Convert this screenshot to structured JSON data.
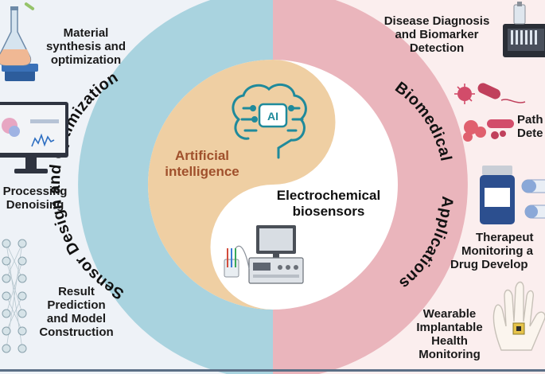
{
  "colors": {
    "left_background": "#eef2f7",
    "right_background": "#fbeeee",
    "left_ring": "#a9d3df",
    "right_ring": "#eab5bc",
    "ai_half": "#efcfa3",
    "ai_text": "#a0502c",
    "ai_icon": "#1f8a9b"
  },
  "ring": {
    "left_title": "Sensor Design and Optimization",
    "right_title_part1": "Biomedical",
    "right_title_part2": "Applications"
  },
  "center": {
    "ai_line1": "Artificial",
    "ai_line2": "intelligence",
    "ai_badge": "AI",
    "ec_line1": "Electrochemical",
    "ec_line2": "biosensors"
  },
  "left_items": [
    {
      "lines": [
        "Material",
        "synthesis and",
        "optimization"
      ]
    },
    {
      "lines": [
        "Processing",
        "Denoising"
      ]
    },
    {
      "lines": [
        "Result",
        "Prediction",
        "and Model",
        "Construction"
      ]
    }
  ],
  "right_items": [
    {
      "lines": [
        "Disease Diagnosis",
        "and Biomarker",
        "Detection"
      ]
    },
    {
      "lines": [
        "Path",
        "Dete"
      ]
    },
    {
      "lines": [
        "Therapeut",
        "Monitoring a",
        "Drug Develop"
      ]
    },
    {
      "lines": [
        "Wearable",
        "Implantable",
        "Health",
        "Monitoring"
      ]
    }
  ],
  "icons": {
    "flask": "flask-icon",
    "monitor": "computer-monitor-icon",
    "network": "neural-network-icon",
    "analyzer": "lab-analyzer-icon",
    "pathogen": "pathogens-icon",
    "drug": "drug-bottle-pills-icon",
    "hand": "wearable-hand-icon",
    "brain": "ai-brain-icon",
    "potentiostat": "electrochemical-workstation-icon"
  }
}
